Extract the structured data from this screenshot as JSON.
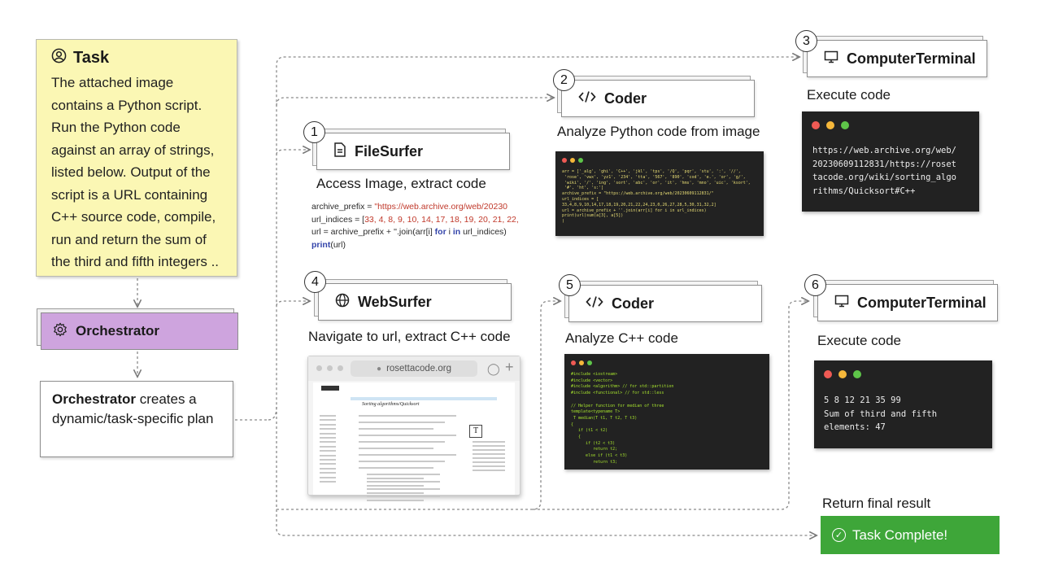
{
  "task": {
    "title": "Task",
    "icon": "user-circle-icon",
    "text": "The attached image contains a Python script. Run the Python code against an array of strings, listed below. Output of the script is a URL containing C++ source code, compile, run and return the sum of the third and fifth integers .."
  },
  "orchestrator": {
    "label": "Orchestrator",
    "icon": "gear-icon",
    "plan_bold": "Orchestrator",
    "plan_text": " creates a dynamic/task-specific plan"
  },
  "steps": [
    {
      "number": "1",
      "agent": "FileSurfer",
      "icon": "file-icon",
      "caption": "Access Image, extract code"
    },
    {
      "number": "2",
      "agent": "Coder",
      "icon": "code-icon",
      "caption": "Analyze  Python code from image"
    },
    {
      "number": "3",
      "agent": "ComputerTerminal",
      "icon": "monitor-icon",
      "caption": "Execute code"
    },
    {
      "number": "4",
      "agent": "WebSurfer",
      "icon": "globe-icon",
      "caption": "Navigate to url, extract C++ code"
    },
    {
      "number": "5",
      "agent": "Coder",
      "icon": "code-icon",
      "caption": "Analyze C++ code"
    },
    {
      "number": "6",
      "agent": "ComputerTerminal",
      "icon": "monitor-icon",
      "caption": "Execute code"
    }
  ],
  "python_snippet": {
    "line1_a": "archive_prefix = ",
    "line1_b": "\"https://web.archive.org/web/20230",
    "line2_a": "url_indices = [",
    "line2_b": "33, 4, 8, 9, 10, 14, 17, 18, 19, 20, 21, 22,",
    "line3_a": "url = archive_prefix + ''.join(arr[i] ",
    "line3_b": "for",
    "line3_c": " i ",
    "line3_d": "in",
    "line3_e": " url_indices)",
    "line4_a": "print",
    "line4_b": "(url)"
  },
  "terminal1": {
    "output": "https://web.archive.org/web/\n20230609112831/https://roset\ntacode.org/wiki/sorting_algo\nrithms/Quicksort#C++"
  },
  "terminal2": {
    "output": "5 8 12 21 35 99\nSum of third and fifth\nelements: 47"
  },
  "python_code_window": {
    "lines": [
      "arr = ['_alg', 'ghi', 'C++', 'jkl', 'tps', '/Q', 'pqr', 'stu', ':', '//',",
      " 'rose', 'vwx', 'yz1', '234', 'tta', '567', '890', 'cod', 'e.', 'or', 'g/',",
      " 'wiki', '/', 'ing', 'sort', 'abc', 'or', 'it', 'hms', 'mno', 'uic', 'ksort',",
      " '#', 'ht', 's:']",
      "archive_prefix = \"https://web.archive.org/web/20230609112831/\"",
      "url_indices = [",
      "33,4,8,9,10,14,17,18,19,20,21,22,24,23,0,26,27,28,5,30,31,32,2]",
      "url = archive_prefix + ''.join(arr[i] for i in url_indices)",
      "print(url)sum(a[3], a[5])",
      ")"
    ]
  },
  "cpp_code_window": {
    "lines": [
      "#include <iostream>",
      "#include <vector>",
      "#include <algorithm> // for std::partition",
      "#include <functional> // for std::less",
      "",
      "// Helper function for median of three",
      "template<typename T>",
      " T median(T t1, T t2, T t3)",
      "{",
      "   if (t1 < t2)",
      "   {",
      "      if (t2 < t3)",
      "         return t2;",
      "      else if (t1 < t3)",
      "         return t3;"
    ]
  },
  "browser": {
    "url": "rosettacode.org",
    "page_heading": "Sorting algorithms/Quicksort"
  },
  "final": {
    "caption": "Return final result",
    "button": "Task Complete!"
  }
}
